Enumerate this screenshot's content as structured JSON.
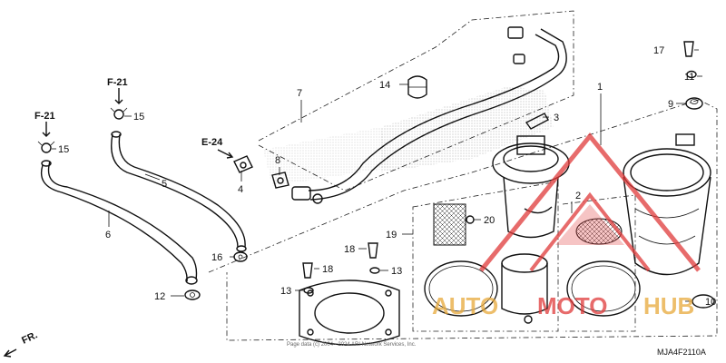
{
  "labels": {
    "l1": "1",
    "l2": "2",
    "l3": "3",
    "l4": "4",
    "l5": "5",
    "l6": "6",
    "l7": "7",
    "l8": "8",
    "l9": "9",
    "l10": "10",
    "l11": "11",
    "l12": "12",
    "l13a": "13",
    "l13b": "13",
    "l14": "14",
    "l15a": "15",
    "l15b": "15",
    "l16": "16",
    "l17": "17",
    "l18a": "18",
    "l18b": "18",
    "l19": "19",
    "l20": "20"
  },
  "references": {
    "f21a": "F-21",
    "f21b": "F-21",
    "e24": "E-24"
  },
  "direction": {
    "fr": "FR."
  },
  "diagram_code": "MJA4F2110A",
  "copyright": "Page data (c) 2004 - 2024 ARI Network Services, Inc.",
  "watermark": {
    "brand": "AUTOMOTOHUB",
    "part1": "AUTO",
    "part2": "MOTO",
    "part3": "HUB",
    "accent_color": "#e03a3a",
    "gold_color": "#e8a93a"
  }
}
